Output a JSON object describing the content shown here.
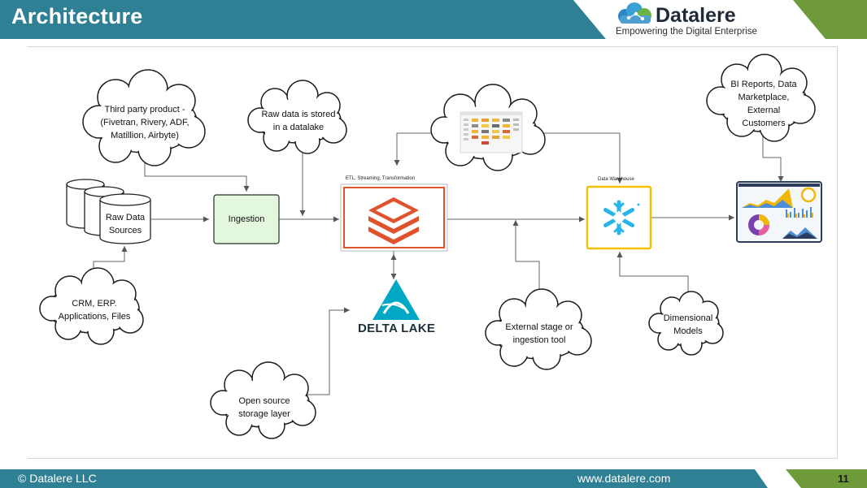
{
  "header": {
    "title": "Architecture"
  },
  "brand": {
    "name": "Datalere",
    "tagline": "Empowering the Digital Enterprise"
  },
  "footer": {
    "copyright": "© Datalere LLC",
    "url": "www.datalere.com",
    "page": "11"
  },
  "diagram": {
    "nodes": {
      "raw_sources": [
        "Raw Data",
        "Sources"
      ],
      "ingestion": "Ingestion",
      "etl_label": "ETL, Streaming, Transformation",
      "warehouse_label": "Data Warehouse",
      "delta_lake": "DELTA LAKE"
    },
    "callouts": {
      "third_party": [
        "Third party product -",
        "(Fivetran, Rivery, ADF,",
        "Matillion, Airbyte)"
      ],
      "raw_datalake": [
        "Raw data is stored",
        "in a datalake"
      ],
      "crm": [
        "CRM, ERP.",
        "Applications, Files"
      ],
      "open_source": [
        "Open source",
        "storage layer"
      ],
      "external_stage": [
        "External stage or",
        "ingestion tool"
      ],
      "dimensional": [
        "Dimensional",
        "Models"
      ],
      "bi_reports": [
        "BI Reports, Data",
        "Marketplace,",
        "External",
        "Customers"
      ]
    }
  },
  "colors": {
    "header": "#2f7f95",
    "footer": "#2f7f95",
    "accent_green": "#6e9a3a",
    "databricks": "#e0522c",
    "snowflake": "#29b5e8",
    "warehouse_border": "#f2c200",
    "ingestion_fill": "#e3f7df",
    "delta": "#00a8c6"
  }
}
